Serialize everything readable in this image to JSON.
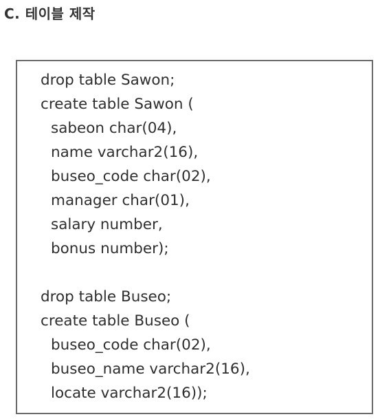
{
  "heading": "C. 테이블 제작",
  "code": {
    "lines": [
      "drop table Sawon;",
      "create table Sawon (",
      "sabeon char(04),",
      "name varchar2(16),",
      "buseo_code char(02),",
      "manager char(01),",
      "salary number,",
      "bonus number);",
      "",
      "drop table Buseo;",
      "create table Buseo (",
      "buseo_code char(02),",
      "buseo_name varchar2(16),",
      "locate varchar2(16));"
    ]
  }
}
